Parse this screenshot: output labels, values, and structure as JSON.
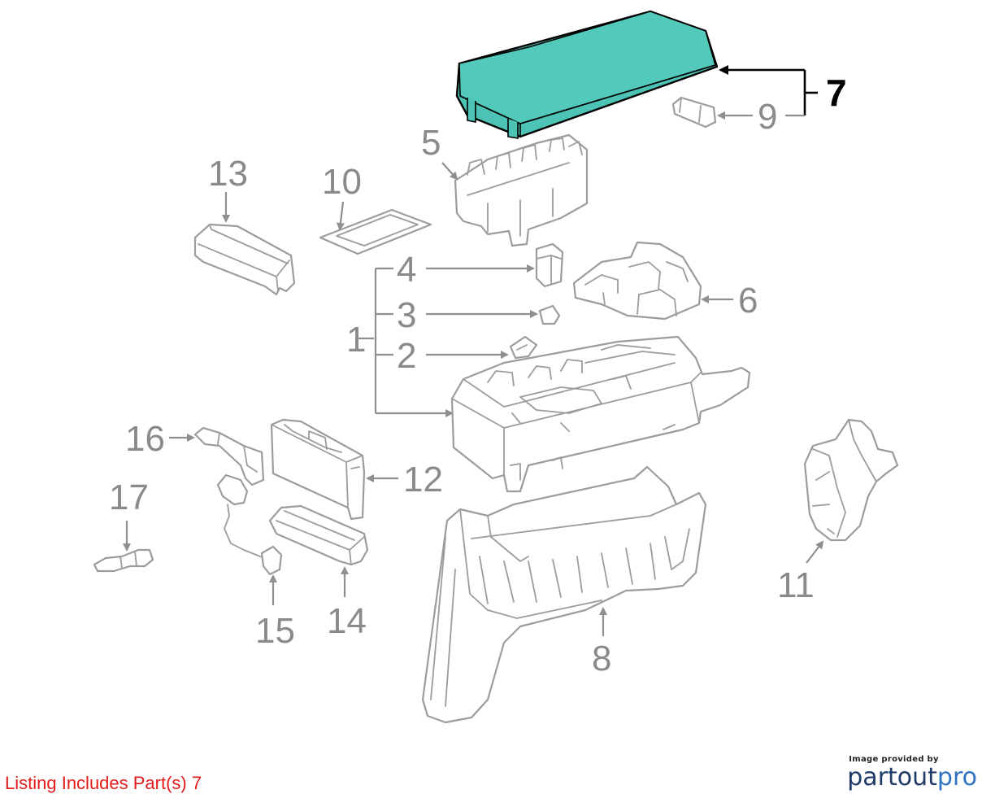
{
  "diagram": {
    "callouts": {
      "c1": "1",
      "c2": "2",
      "c3": "3",
      "c4": "4",
      "c5": "5",
      "c6": "6",
      "c7": "7",
      "c8": "8",
      "c9": "9",
      "c10": "10",
      "c11": "11",
      "c12": "12",
      "c13": "13",
      "c14": "14",
      "c15": "15",
      "c16": "16",
      "c17": "17"
    },
    "highlighted_part": "7",
    "highlight_color": "#4cc3b4",
    "line_color": "#9c9c9c"
  },
  "listing": {
    "text": "Listing Includes Part(s) 7",
    "color": "#e31b1b"
  },
  "provider": {
    "caption": "Image provided by",
    "brand_part1": "partout",
    "brand_part2": "pro"
  }
}
